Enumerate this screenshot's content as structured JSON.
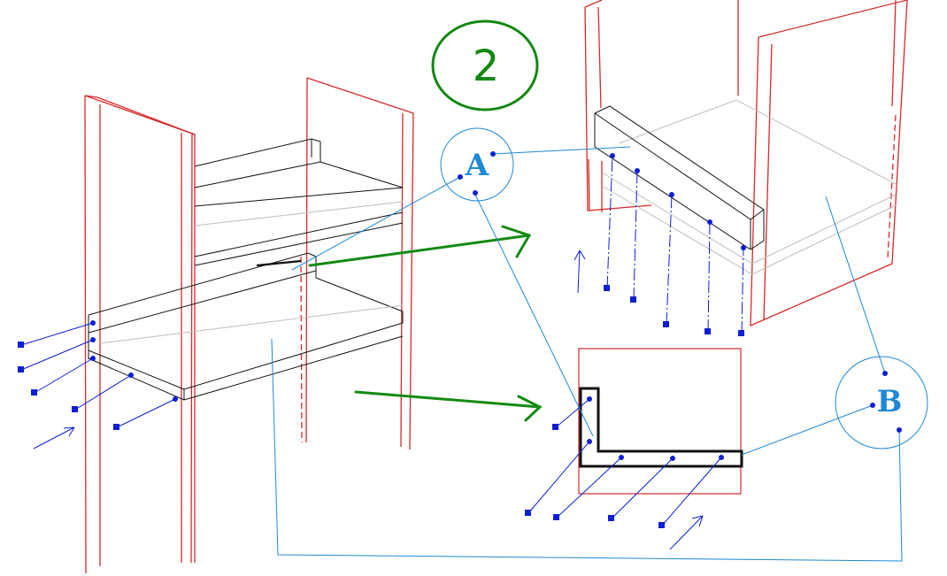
{
  "badge": {
    "text": "2",
    "color": "#118811"
  },
  "callouts": [
    {
      "id": "A",
      "text": "A"
    },
    {
      "id": "B",
      "text": "B"
    }
  ],
  "colors": {
    "frame": "#d42a2a",
    "structure": "#111111",
    "leader": "#1e88d4",
    "marker": "#0c1fd0",
    "arrow": "#138a13",
    "faint": "#bdbdbd"
  }
}
